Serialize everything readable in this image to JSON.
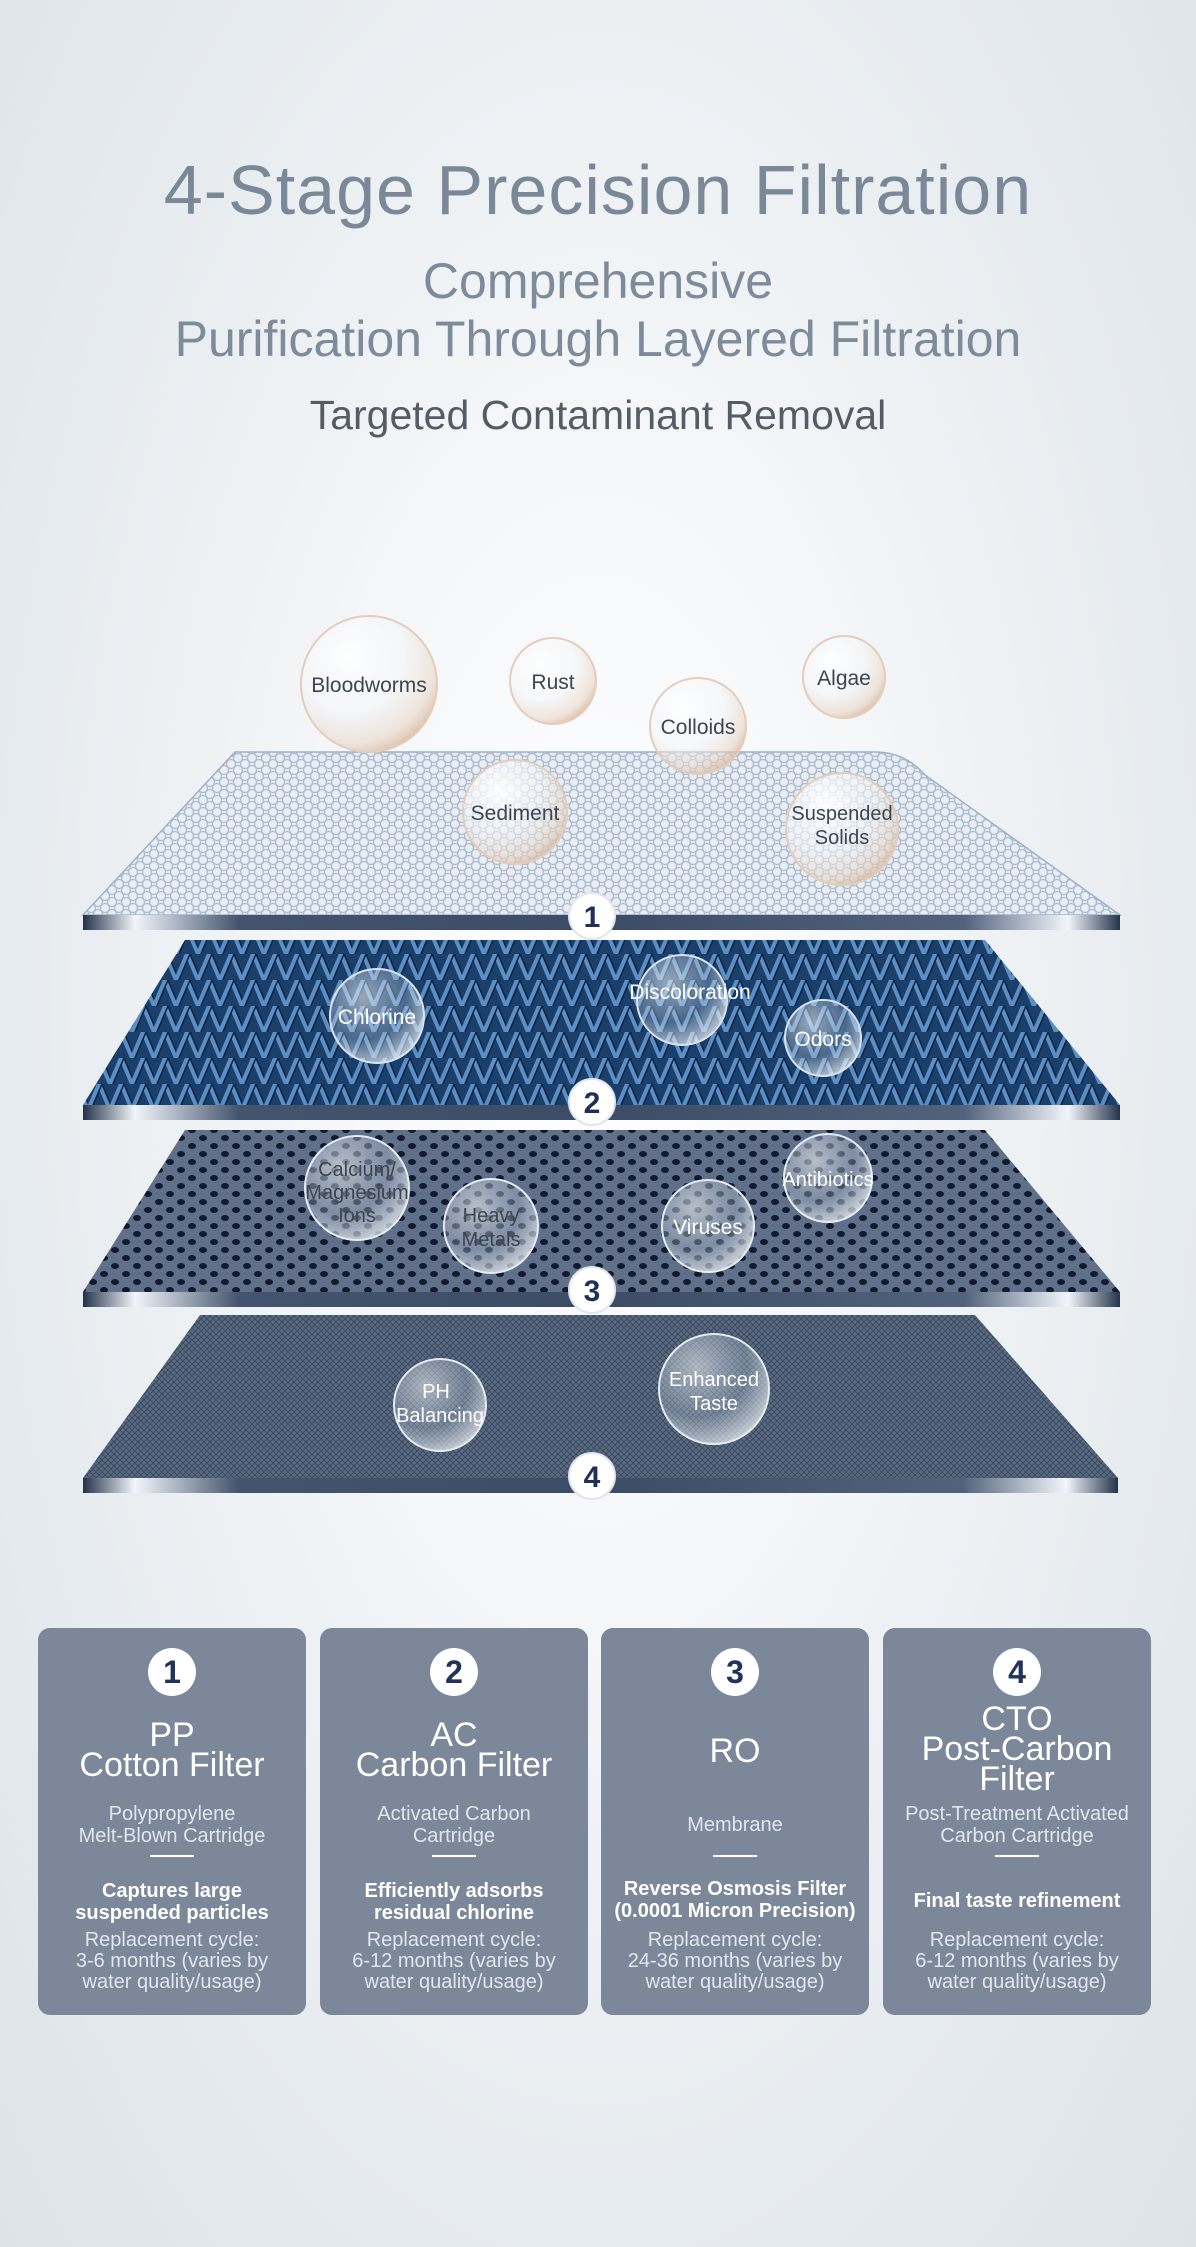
{
  "header": {
    "title": "4-Stage Precision Filtration",
    "subtitle_line1": "Comprehensive",
    "subtitle_line2": "Purification Through Layered Filtration",
    "tagline": "Targeted Contaminant Removal"
  },
  "layers": [
    {
      "number": "1",
      "contaminants": [
        "Bloodworms",
        "Rust",
        "Algae",
        "Colloids",
        "Sediment",
        "Suspended Solids"
      ]
    },
    {
      "number": "2",
      "contaminants": [
        "Chlorine",
        "Discoloration",
        "Odors"
      ]
    },
    {
      "number": "3",
      "contaminants": [
        "Calcium/ Magnesium Ions",
        "Heavy Metals",
        "Viruses",
        "Antibiotics"
      ]
    },
    {
      "number": "4",
      "contaminants": [
        "PH Balancing",
        "Enhanced Taste"
      ]
    }
  ],
  "cards": [
    {
      "number": "1",
      "name_line1": "PP",
      "name_line2": "Cotton Filter",
      "desc_line1": "Polypropylene",
      "desc_line2": "Melt-Blown Cartridge",
      "feature_line1": "Captures large",
      "feature_line2": "suspended particles",
      "cycle_line1": "Replacement cycle:",
      "cycle_line2": "3-6 months (varies by",
      "cycle_line3": "water quality/usage)"
    },
    {
      "number": "2",
      "name_line1": "AC",
      "name_line2": "Carbon Filter",
      "desc_line1": "Activated Carbon",
      "desc_line2": "Cartridge",
      "feature_line1": "Efficiently adsorbs",
      "feature_line2": "residual chlorine",
      "cycle_line1": "Replacement cycle:",
      "cycle_line2": "6-12 months (varies by",
      "cycle_line3": "water quality/usage)"
    },
    {
      "number": "3",
      "name_line1": "RO",
      "desc_line1": "Membrane",
      "feature_line1": "Reverse Osmosis Filter",
      "feature_line2": "(0.0001 Micron Precision)",
      "cycle_line1": "Replacement cycle:",
      "cycle_line2": "24-36 months (varies by",
      "cycle_line3": "water quality/usage)"
    },
    {
      "number": "4",
      "name_line1": "CTO",
      "name_line2": "Post-Carbon",
      "name_line3": "Filter",
      "desc_line1": "Post-Treatment Activated",
      "desc_line2": "Carbon Cartridge",
      "feature_line1": "Final taste refinement",
      "cycle_line1": "Replacement cycle:",
      "cycle_line2": "6-12 months (varies by",
      "cycle_line3": "water quality/usage)"
    }
  ],
  "colors": {
    "title": "#7b8898",
    "card_bg": "#7c889a",
    "layer1": "#e8eef6",
    "layer2": "#1e4573",
    "layer3": "#5d6a80",
    "layer4": "#55647a"
  }
}
